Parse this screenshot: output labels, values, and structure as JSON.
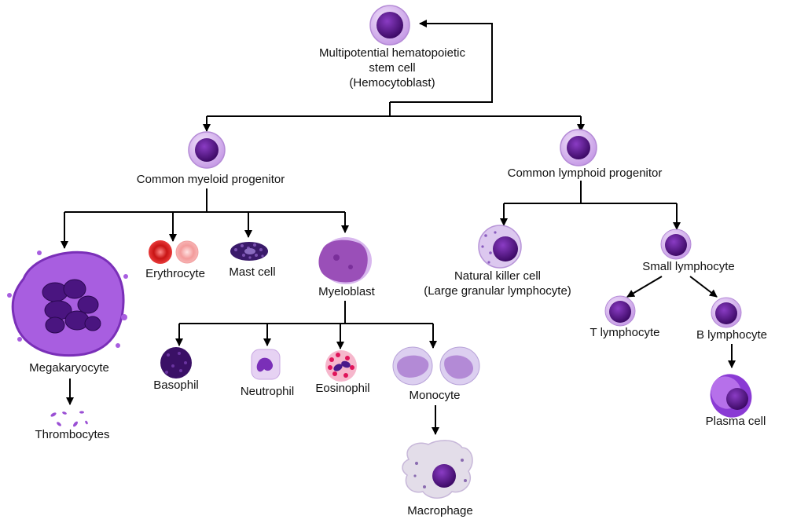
{
  "labels": {
    "stem_line1": "Multipotential hematopoietic",
    "stem_line2": "stem cell",
    "stem_line3": "(Hemocytoblast)",
    "myeloid": "Common myeloid progenitor",
    "lymphoid": "Common lymphoid progenitor",
    "megakaryocyte": "Megakaryocyte",
    "thrombocytes": "Thrombocytes",
    "erythrocyte": "Erythrocyte",
    "mast_cell": "Mast cell",
    "myeloblast": "Myeloblast",
    "basophil": "Basophil",
    "neutrophil": "Neutrophil",
    "eosinophil": "Eosinophil",
    "monocyte": "Monocyte",
    "macrophage": "Macrophage",
    "nk_line1": "Natural killer cell",
    "nk_line2": "(Large granular lymphocyte)",
    "small_lymphocyte": "Small lymphocyte",
    "t_lymphocyte": "T lymphocyte",
    "b_lymphocyte": "B lymphocyte",
    "plasma_cell": "Plasma cell"
  },
  "colors": {
    "nucleus": "#5a0f8c",
    "cell_membrane": "#d9b8f0",
    "megakaryocyte_body": "#a24ddb",
    "erythrocyte": "#d82020",
    "erythrocyte_light": "#f5a3a3",
    "eosinophil_granules": "#e0145a",
    "monocyte_body": "#c9b3e6",
    "macrophage_body": "#e6e0ea",
    "arrow": "#000000"
  }
}
